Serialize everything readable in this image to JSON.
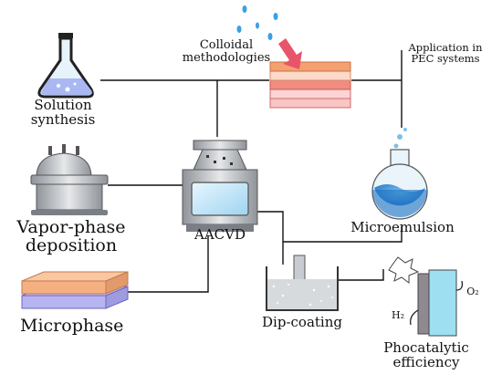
{
  "labels": {
    "colloidal_line1": "Colloidal",
    "colloidal_line2": "methodologies",
    "application_line1": "Application in",
    "application_line2": "PEC systems",
    "solution_line1": "Solution",
    "solution_line2": "synthesis",
    "vapor_line1": "Vapor-phase",
    "vapor_line2": "deposition",
    "aacvd": "AACVD",
    "microemulsion": "Microemulsion",
    "microphase": "Microphase",
    "dipcoating": "Dip-coating",
    "photo_line1": "Phocatalytic",
    "photo_line2": "efficiency",
    "h2": "H₂",
    "o2": "O₂"
  },
  "colors": {
    "line": "#111111",
    "flask_liquid": "#a9b8f2",
    "flask_glass": "#d9ecf5",
    "orange_layer": "#f5b082",
    "red_layer": "#f08c82",
    "pink_layer": "#f9c5c5",
    "lavender_layer": "#b7b4f2",
    "cyan_panel": "#9edff2",
    "grey_metal": "#b8bcc2",
    "arrow_red": "#e8546a",
    "drop_blue": "#3aa0e6"
  }
}
